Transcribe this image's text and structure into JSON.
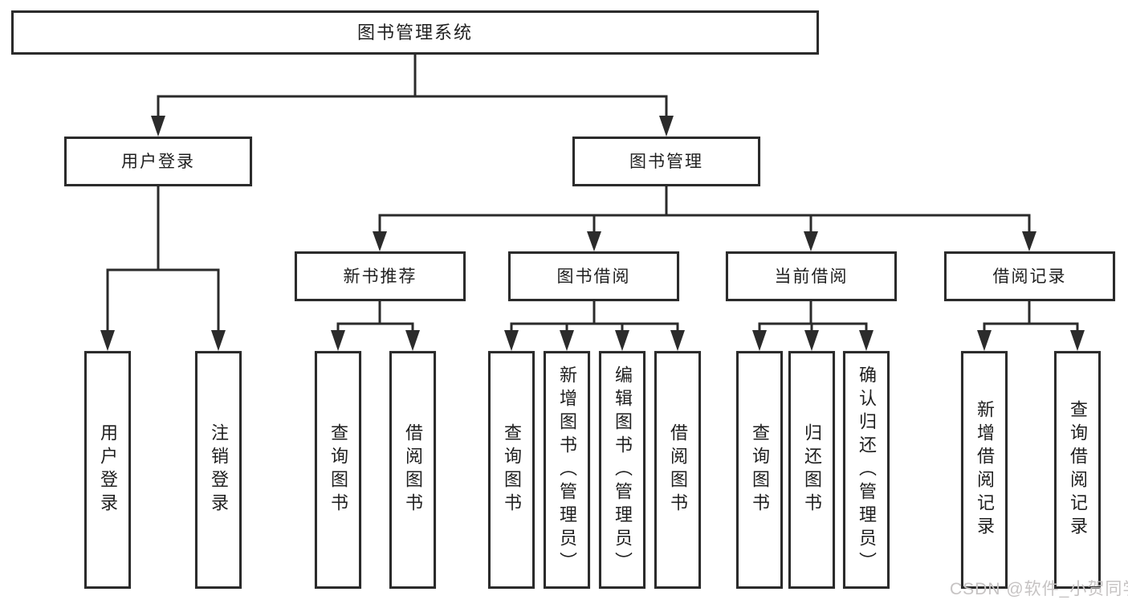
{
  "tree": {
    "root": {
      "label": "图书管理系统"
    },
    "level2": [
      {
        "label": "用户登录"
      },
      {
        "label": "图书管理"
      }
    ],
    "level3": [
      {
        "label": "新书推荐"
      },
      {
        "label": "图书借阅"
      },
      {
        "label": "当前借阅"
      },
      {
        "label": "借阅记录"
      }
    ],
    "leaves": {
      "user_login": [
        {
          "label": "用户登录"
        },
        {
          "label": "注销登录"
        }
      ],
      "new_book_recommend": [
        {
          "label": "查询图书"
        },
        {
          "label": "借阅图书"
        }
      ],
      "book_borrowing": [
        {
          "label": "查询图书"
        },
        {
          "label": "新增图书（管理员）"
        },
        {
          "label": "编辑图书（管理员）"
        },
        {
          "label": "借阅图书"
        }
      ],
      "current_borrowing": [
        {
          "label": "查询图书"
        },
        {
          "label": "归还图书"
        },
        {
          "label": "确认归还（管理员）"
        }
      ],
      "borrowing_records": [
        {
          "label": "新增借阅记录"
        },
        {
          "label": "查询借阅记录"
        }
      ]
    }
  },
  "watermark": {
    "text": "CSDN @软件_小贺同学"
  },
  "colors": {
    "line": "#2b2b2b",
    "box_border": "#2b2b2b",
    "box_fill": "#ffffff",
    "text": "#1f1f1f",
    "watermark": "#c6c3c3"
  }
}
